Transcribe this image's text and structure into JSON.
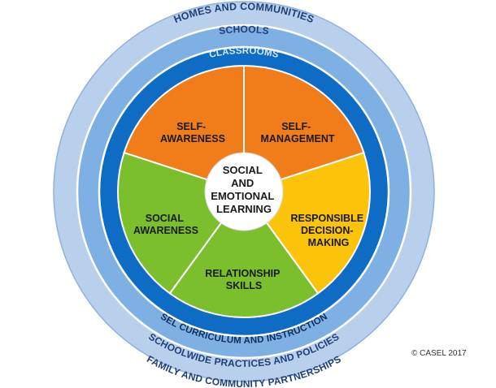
{
  "rings": {
    "outer": {
      "top_label": "HOMES AND COMMUNITIES",
      "bottom_label": "FAMILY AND COMMUNITY PARTNERSHIPS",
      "color": "#b9d0ec"
    },
    "middle": {
      "top_label": "SCHOOLS",
      "bottom_label": "SCHOOLWIDE PRACTICES AND POLICIES",
      "color": "#7fb0e3"
    },
    "inner": {
      "top_label": "CLASSROOMS",
      "bottom_label": "SEL CURRICULUM AND INSTRUCTION",
      "color": "#0e6cc4"
    }
  },
  "wedges": {
    "self_awareness": {
      "line1": "SELF-",
      "line2": "AWARENESS",
      "color": "#f07d1a"
    },
    "self_management": {
      "line1": "SELF-",
      "line2": "MANAGEMENT",
      "color": "#f07d1a"
    },
    "responsible_decision_making": {
      "line1": "RESPONSIBLE",
      "line2": "DECISION-",
      "line3": "MAKING",
      "color": "#fcc30b"
    },
    "relationship_skills": {
      "line1": "RELATIONSHIP",
      "line2": "SKILLS",
      "color": "#7bbf2c"
    },
    "social_awareness": {
      "line1": "SOCIAL",
      "line2": "AWARENESS",
      "color": "#7bbf2c"
    }
  },
  "core": {
    "line1": "SOCIAL",
    "line2": "AND",
    "line3": "EMOTIONAL",
    "line4": "LEARNING"
  },
  "copyright": "© CASEL 2017"
}
